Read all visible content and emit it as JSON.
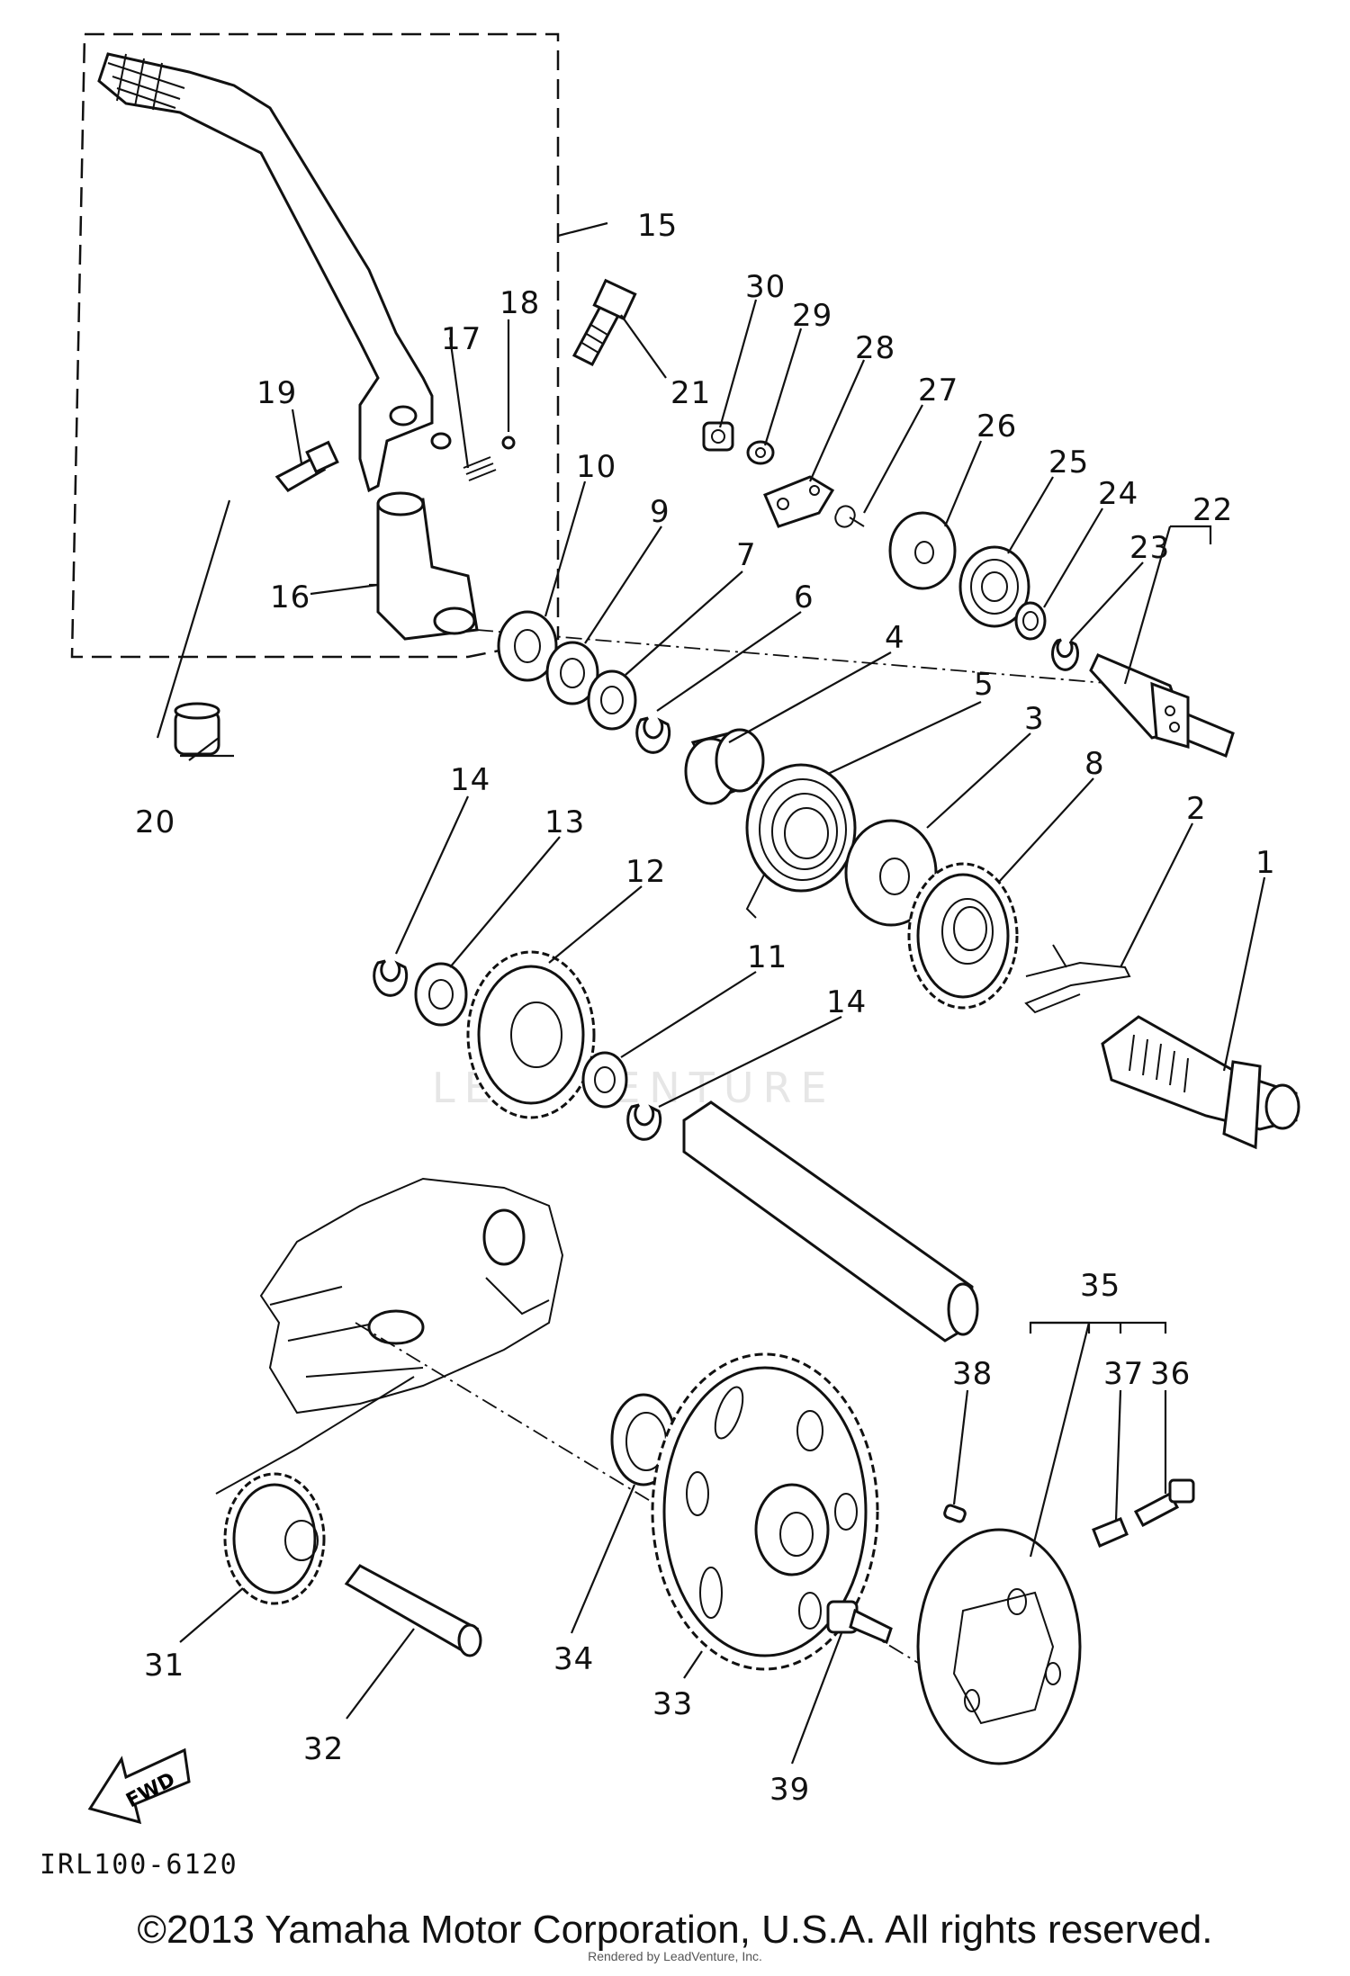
{
  "diagram": {
    "code": "IRL100-6120",
    "fwd_label": "FWD",
    "watermark": "LEADVENTURE"
  },
  "callouts": {
    "c1": "1",
    "c2": "2",
    "c3": "3",
    "c4": "4",
    "c5": "5",
    "c6": "6",
    "c7": "7",
    "c8": "8",
    "c9": "9",
    "c10": "10",
    "c11": "11",
    "c12": "12",
    "c13": "13",
    "c14a": "14",
    "c14b": "14",
    "c15": "15",
    "c16": "16",
    "c17": "17",
    "c18": "18",
    "c19": "19",
    "c20": "20",
    "c21": "21",
    "c22": "22",
    "c23": "23",
    "c24": "24",
    "c25": "25",
    "c26": "26",
    "c27": "27",
    "c28": "28",
    "c29": "29",
    "c30": "30",
    "c31": "31",
    "c32": "32",
    "c33": "33",
    "c34": "34",
    "c35": "35",
    "c36": "36",
    "c37": "37",
    "c38": "38",
    "c39": "39"
  },
  "footer": {
    "copyright": "©2013 Yamaha Motor Corporation, U.S.A. All rights reserved.",
    "rendered_by": "Rendered by LeadVenture, Inc."
  }
}
